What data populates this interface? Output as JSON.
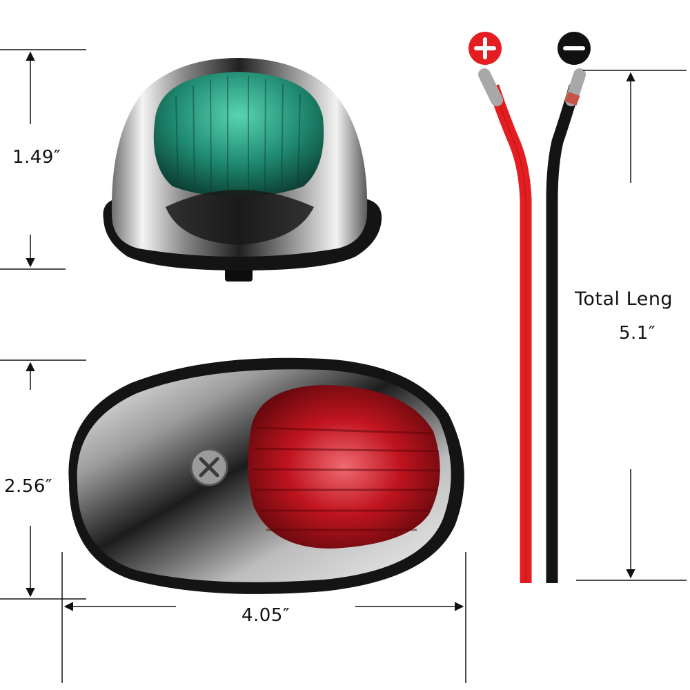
{
  "dimensions": {
    "top_light_height": "1.49″",
    "side_light_height": "2.56″",
    "side_light_width": "4.05″",
    "wire_total_label": "Total Leng",
    "wire_length": "5.1″"
  },
  "wires": {
    "positive_symbol": "+",
    "negative_symbol": "−"
  },
  "colors": {
    "green_lens": "#2fa88a",
    "red_lens": "#b0101c",
    "chrome": "#c9c9c9",
    "gasket": "#1a1a1a",
    "positive": "#e41e20",
    "negative": "#111111"
  },
  "icons": {
    "positive": "plus-circle-icon",
    "negative": "minus-circle-icon"
  }
}
